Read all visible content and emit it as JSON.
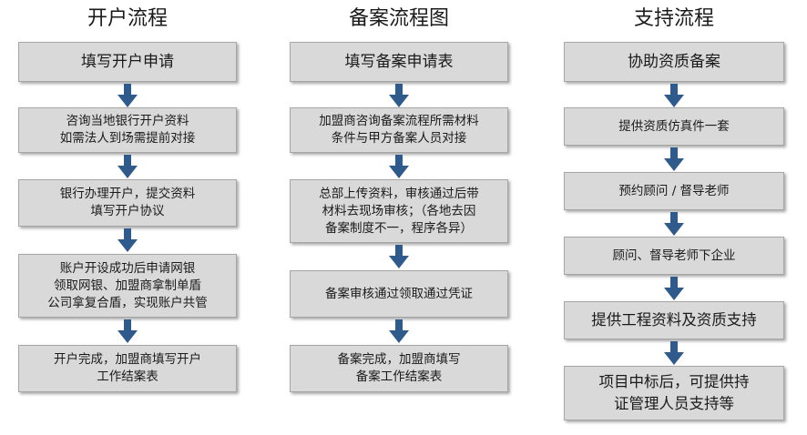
{
  "columns": [
    {
      "title": "开户流程",
      "steps": [
        "填写开户申请",
        "咨询当地银行开户资料\n如需法人到场需提前对接",
        "银行办理开户，提交资料\n填写开户协议",
        "账户开设成功后申请网银\n领取网银、加盟商拿制单盾\n公司拿复合盾，实现账户共管",
        "开户完成，加盟商填写开户\n工作结案表"
      ]
    },
    {
      "title": "备案流程图",
      "steps": [
        "填写备案申请表",
        "加盟商咨询备案流程所需材料\n条件与甲方备案人员对接",
        "总部上传资料，审核通过后带\n材料去现场审核；（各地去因\n备案制度不一，程序各异）",
        "备案审核通过领取通过凭证",
        "备案完成，加盟商填写\n备案工作结案表"
      ]
    },
    {
      "title": "支持流程",
      "steps": [
        "协助资质备案",
        "提供资质仿真件一套",
        "预约顾问 / 督导老师",
        "顾问、督导老师下企业",
        "提供工程资料及资质支持",
        "项目中标后，可提供持\n证管理人员支持等"
      ]
    }
  ],
  "colors": {
    "box_fill": "#d9d9d9",
    "box_border": "#a6a6a6",
    "arrow": "#2f5a8c"
  }
}
